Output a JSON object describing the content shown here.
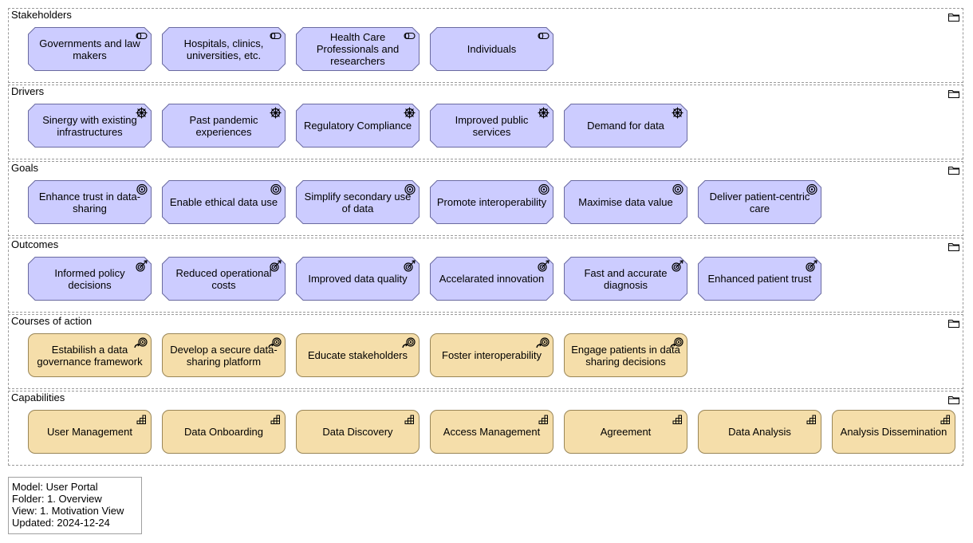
{
  "groups": [
    {
      "title": "Stakeholders",
      "kind": "stakeholder",
      "shape": "octagon",
      "fill": "#ccccff",
      "items": [
        "Governments and law makers",
        "Hospitals, clinics, universities, etc.",
        "Health Care Professionals and researchers",
        "Individuals"
      ]
    },
    {
      "title": "Drivers",
      "kind": "driver",
      "shape": "octagon",
      "fill": "#ccccff",
      "items": [
        "Sinergy with existing infrastructures",
        "Past pandemic experiences",
        "Regulatory Compliance",
        "Improved public services",
        "Demand for data"
      ]
    },
    {
      "title": "Goals",
      "kind": "goal",
      "shape": "octagon",
      "fill": "#ccccff",
      "items": [
        "Enhance trust in data-sharing",
        "Enable ethical data use",
        "Simplify secondary use of data",
        "Promote interoperability",
        "Maximise data value",
        "Deliver patient-centric care"
      ]
    },
    {
      "title": "Outcomes",
      "kind": "outcome",
      "shape": "octagon",
      "fill": "#ccccff",
      "items": [
        "Informed policy decisions",
        "Reduced operational costs",
        "Improved data quality",
        "Accelarated innovation",
        "Fast and accurate diagnosis",
        "Enhanced patient trust"
      ]
    },
    {
      "title": "Courses of action",
      "kind": "course-of-action",
      "shape": "rounded",
      "fill": "#f5deaa",
      "items": [
        "Estabilish a data governance framework",
        "Develop a secure data-sharing platform",
        "Educate stakeholders",
        "Foster interoperability",
        "Engage patients in data sharing decisions"
      ]
    },
    {
      "title": "Capabilities",
      "kind": "capability",
      "shape": "rounded",
      "fill": "#f5deaa",
      "items": [
        "User Management",
        "Data Onboarding",
        "Data Discovery",
        "Access Management",
        "Agreement",
        "Data Analysis",
        "Analysis Dissemination"
      ]
    }
  ],
  "info": {
    "model": "Model: User Portal",
    "folder": "Folder: 1. Overview",
    "view": "View: 1. Motivation View",
    "updated": "Updated: 2024-12-24"
  },
  "colors": {
    "motivation_fill": "#ccccff",
    "motivation_stroke": "#6a6aa0",
    "strategy_fill": "#f5deaa",
    "strategy_stroke": "#9a8657"
  }
}
